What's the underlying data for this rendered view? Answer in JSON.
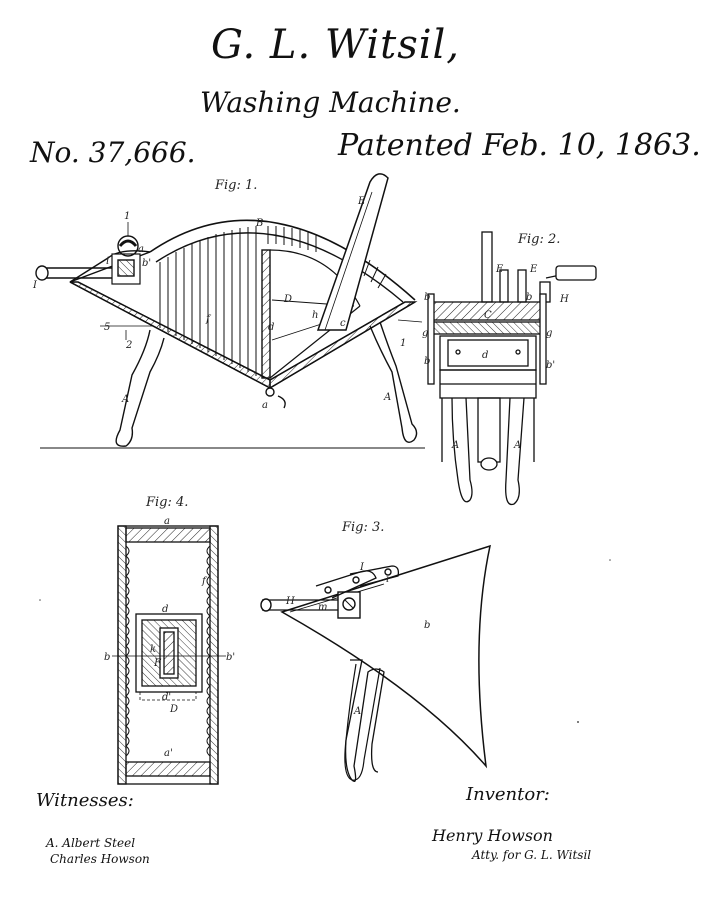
{
  "header": {
    "inventor_name": "G. L. Witsil,",
    "invention_title": "Washing Machine.",
    "patent_number": "No. 37,666.",
    "patent_date": "Patented Feb. 10, 1863."
  },
  "figures": {
    "fig1": {
      "label": "Fig: 1."
    },
    "fig2": {
      "label": "Fig: 2."
    },
    "fig3": {
      "label": "Fig: 3."
    },
    "fig4": {
      "label": "Fig: 4."
    }
  },
  "reference_letters": [
    "a",
    "a'",
    "b",
    "b'",
    "c",
    "d",
    "d'",
    "e",
    "f",
    "g",
    "h",
    "i",
    "k",
    "m",
    "A",
    "B",
    "C",
    "D",
    "E",
    "F",
    "H",
    "I"
  ],
  "witnesses": {
    "heading": "Witnesses:",
    "names": [
      "A. Albert Steel",
      "Charles Howson"
    ]
  },
  "inventor": {
    "heading": "Inventor:",
    "signature_line1": "Henry Howson",
    "signature_line2": "Atty. for G. L. Witsil"
  }
}
